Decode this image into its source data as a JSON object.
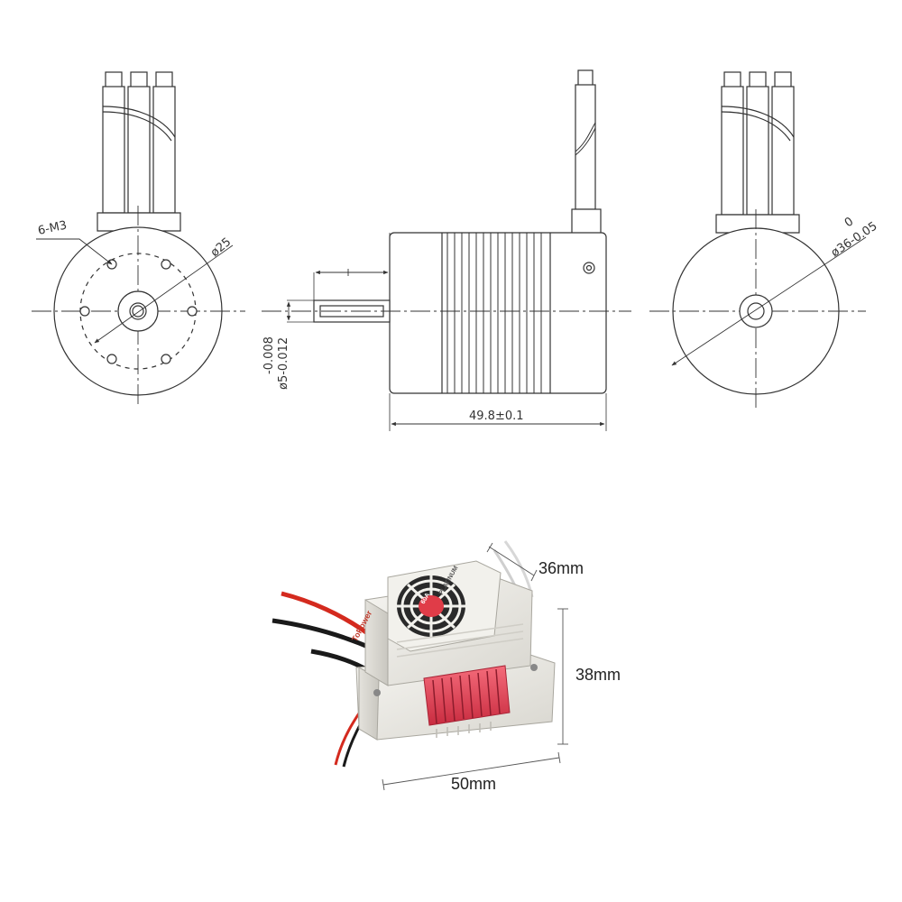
{
  "motor_drawing": {
    "front_view": {
      "holes_label": "6-M3",
      "diameter_label": "ø25"
    },
    "side_view": {
      "length_label": "49.8±0.1",
      "shaft_tolerance_upper": "-0.008",
      "shaft_tolerance_lower": "ø5-0.012"
    },
    "rear_view": {
      "tolerance_upper": "0",
      "diameter_label": "ø36-0.05"
    }
  },
  "esc_photo": {
    "depth_label": "36mm",
    "height_label": "38mm",
    "width_label": "50mm",
    "brand_text": "ToPower",
    "fan_label_top": "PLATINUM",
    "fan_label_bottom": "60A",
    "colors": {
      "housing": "#ecebe6",
      "heatsink": "#e8475a",
      "wire_red": "#d42a1e",
      "wire_black": "#1a1a1a"
    }
  }
}
